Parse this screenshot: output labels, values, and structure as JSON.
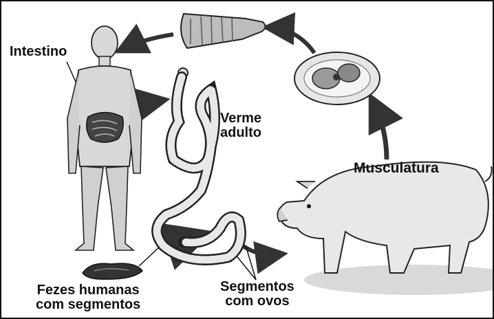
{
  "labels": {
    "intestine": "Intestino",
    "adult_worm_line1": "Verme",
    "adult_worm_line2": "adulto",
    "musculature": "Musculatura",
    "feces_line1": "Fezes humanas",
    "feces_line2": "com segmentos",
    "segments_line1": "Segmentos",
    "segments_line2": "com ovos"
  },
  "colors": {
    "ink": "#111111",
    "shade": "#555555",
    "body": "#d8d8d8",
    "ground": "#cfcfcf",
    "background": "#ffffff"
  }
}
